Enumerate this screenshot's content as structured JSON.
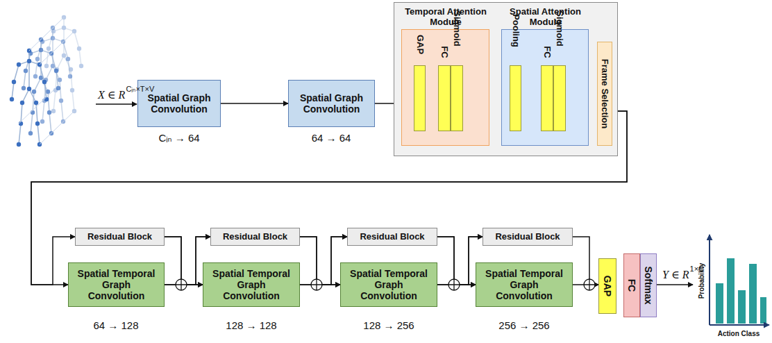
{
  "diagram": {
    "nodes": [
      {
        "text": [
          "Spatial Graph Convolution"
        ]
      },
      {
        "text": [
          "Spatial Graph Convolution"
        ]
      },
      {
        "text": []
      },
      {
        "text": [
          "Temporal Attention Module"
        ],
        "in": 2
      },
      {
        "text": [
          "GAP"
        ],
        "in": 3
      },
      {
        "text": [
          "FC"
        ],
        "in": 3
      },
      {
        "text": [
          "Sigmoid"
        ],
        "in": 3
      },
      {
        "text": [
          "Spatial Attention Module"
        ],
        "in": 2
      },
      {
        "text": [
          "Pooling"
        ],
        "in": 7
      },
      {
        "text": [
          "FC"
        ],
        "in": 7
      },
      {
        "text": [
          "Sigmoid"
        ],
        "in": 7
      },
      {
        "text": [
          "Frame Selection"
        ],
        "in": 2
      },
      {
        "text": [
          "Residual Block"
        ]
      },
      {
        "text": [
          "Spatial Temporal Graph Convolution"
        ]
      },
      {
        "text": [
          "Residual Block"
        ]
      },
      {
        "text": [
          "Spatial Temporal Graph Convolution"
        ]
      },
      {
        "text": [
          "Residual Block"
        ]
      },
      {
        "text": [
          "Spatial Temporal Graph Convolution"
        ]
      },
      {
        "text": [
          "Residual Block"
        ]
      },
      {
        "text": [
          "Spatial Temporal Graph Convolution"
        ]
      },
      {
        "text": [
          "GAP"
        ]
      },
      {
        "text": [
          "FC"
        ]
      },
      {
        "text": [
          "Softmax"
        ]
      }
    ],
    "edges": [
      {
        "from": 0,
        "to": 1,
        "arrow": "to"
      },
      {
        "from": 1,
        "to": 3,
        "arrow": "to"
      },
      {
        "from": 3,
        "to": 7,
        "arrow": "to"
      },
      {
        "from": 11,
        "to": 13,
        "arrow": "to"
      },
      {
        "from": 11,
        "to": 12,
        "arrow": "to"
      },
      {
        "from": 13,
        "to": 15,
        "arrow": "to"
      },
      {
        "from": 13,
        "to": 14,
        "arrow": "to"
      },
      {
        "from": 12,
        "to": 15,
        "arrow": "to"
      },
      {
        "from": 12,
        "to": 14,
        "arrow": "to"
      },
      {
        "from": 15,
        "to": 17,
        "arrow": "to"
      },
      {
        "from": 15,
        "to": 16,
        "arrow": "to"
      },
      {
        "from": 14,
        "to": 17,
        "arrow": "to"
      },
      {
        "from": 14,
        "to": 16,
        "arrow": "to"
      },
      {
        "from": 17,
        "to": 19,
        "arrow": "to"
      },
      {
        "from": 17,
        "to": 18,
        "arrow": "to"
      },
      {
        "from": 16,
        "to": 19,
        "arrow": "to"
      },
      {
        "from": 16,
        "to": 18,
        "arrow": "to"
      },
      {
        "from": 19,
        "to": 20,
        "arrow": "to"
      },
      {
        "from": 18,
        "to": 20,
        "arrow": "to"
      }
    ],
    "labels": [
      "X ∈ R",
      "Cᵢₙ×T×V",
      "Cᵢₙ → 64",
      "64 → 64",
      "64 → 128",
      "128 → 128",
      "128 → 256",
      "256 → 256",
      "Y ∈ R",
      "1×C",
      "Probability",
      "Action Class"
    ]
  }
}
